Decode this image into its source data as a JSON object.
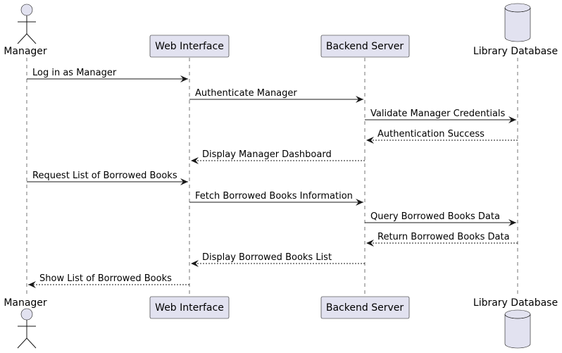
{
  "participants": {
    "manager": "Manager",
    "web": "Web Interface",
    "backend": "Backend Server",
    "db": "Library Database"
  },
  "messages": [
    {
      "from": "manager",
      "to": "web",
      "label": "Log in as Manager",
      "style": "solid"
    },
    {
      "from": "web",
      "to": "backend",
      "label": "Authenticate Manager",
      "style": "solid"
    },
    {
      "from": "backend",
      "to": "db",
      "label": "Validate Manager Credentials",
      "style": "solid"
    },
    {
      "from": "db",
      "to": "backend",
      "label": "Authentication Success",
      "style": "dashed"
    },
    {
      "from": "backend",
      "to": "web",
      "label": "Display Manager Dashboard",
      "style": "dashed"
    },
    {
      "from": "manager",
      "to": "web",
      "label": "Request List of Borrowed Books",
      "style": "solid"
    },
    {
      "from": "web",
      "to": "backend",
      "label": "Fetch Borrowed Books Information",
      "style": "solid"
    },
    {
      "from": "backend",
      "to": "db",
      "label": "Query Borrowed Books Data",
      "style": "solid"
    },
    {
      "from": "db",
      "to": "backend",
      "label": "Return Borrowed Books Data",
      "style": "dashed"
    },
    {
      "from": "backend",
      "to": "web",
      "label": "Display Borrowed Books List",
      "style": "dashed"
    },
    {
      "from": "web",
      "to": "manager",
      "label": "Show List of Borrowed Books",
      "style": "dashed"
    }
  ]
}
